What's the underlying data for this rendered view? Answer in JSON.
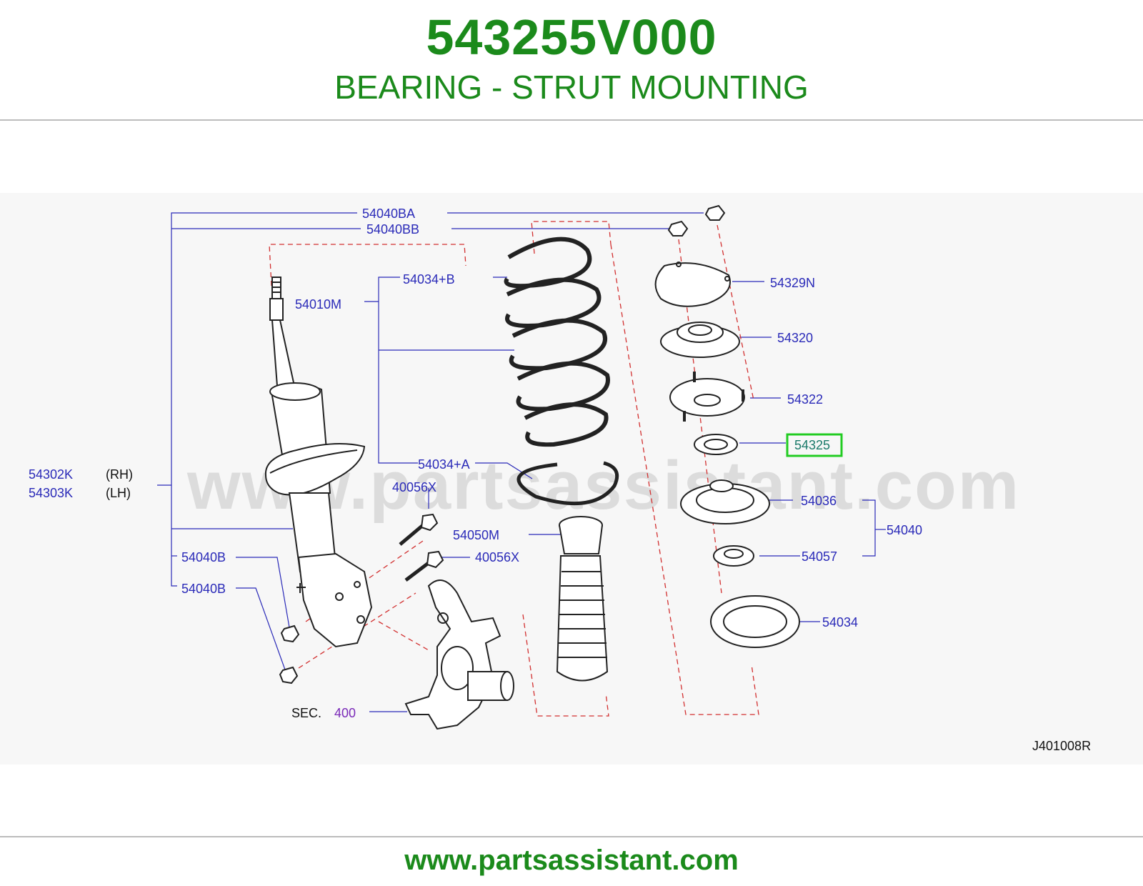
{
  "header": {
    "part_number": "543255V000",
    "part_name": "BEARING - STRUT MOUNTING"
  },
  "diagram": {
    "watermark": "www.partsassistant.com",
    "figure_code": "J401008R",
    "labels": {
      "p54040BA": "54040BA",
      "p54040BB": "54040BB",
      "p54034B": "54034+B",
      "p54010M": "54010M",
      "p54329N": "54329N",
      "p54320": "54320",
      "p54322": "54322",
      "p54325": "54325",
      "p54302K": "54302K",
      "rh": "(RH)",
      "p54303K": "54303K",
      "lh": "(LH)",
      "p54034A": "54034+A",
      "p40056X_a": "40056X",
      "p54036": "54036",
      "p54040": "54040",
      "p54050M": "54050M",
      "p40056X_b": "40056X",
      "p54057": "54057",
      "p54040B_a": "54040B",
      "p54040B_b": "54040B",
      "p54034": "54034",
      "sec": "SEC.",
      "sec_num": "400"
    },
    "highlighted_part": "54325",
    "highlight_color": "#22cc22"
  },
  "footer": {
    "url": "www.partsassistant.com"
  }
}
